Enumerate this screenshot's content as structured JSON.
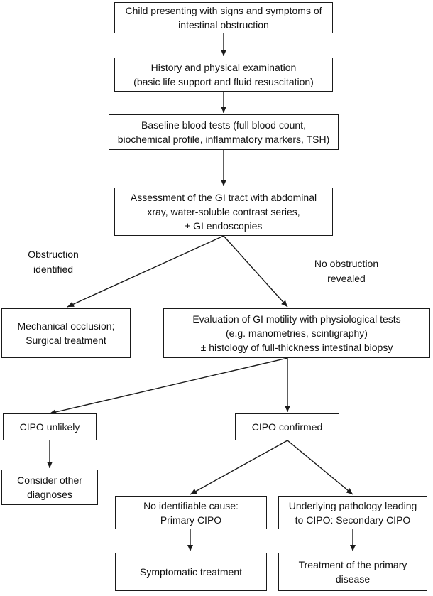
{
  "nodes": {
    "presenting": "Child presenting with signs and symptoms of\nintestinal obstruction",
    "history": "History and physical examination\n(basic life support and fluid resuscitation)",
    "baseline": "Baseline blood tests (full blood count,\nbiochemical profile, inflammatory markers, TSH)",
    "assessment": "Assessment of the GI tract with abdominal\nxray, water-soluble contrast series,\n± GI endoscopies",
    "mechanical": "Mechanical occlusion;\nSurgical treatment",
    "evaluation": "Evaluation of GI motility with physiological tests\n(e.g. manometries, scintigraphy)\n± histology of full-thickness intestinal biopsy",
    "cipo_unlikely": "CIPO unlikely",
    "cipo_confirmed": "CIPO confirmed",
    "other_diagnoses": "Consider other\ndiagnoses",
    "no_cause": "No identifiable cause:\nPrimary CIPO",
    "underlying": "Underlying pathology leading\nto CIPO: Secondary CIPO",
    "symptomatic": "Symptomatic treatment",
    "treatment_primary": "Treatment of the primary\ndisease"
  },
  "edge_labels": {
    "obstruction_identified": "Obstruction\nidentified",
    "no_obstruction": "No obstruction\nrevealed"
  }
}
